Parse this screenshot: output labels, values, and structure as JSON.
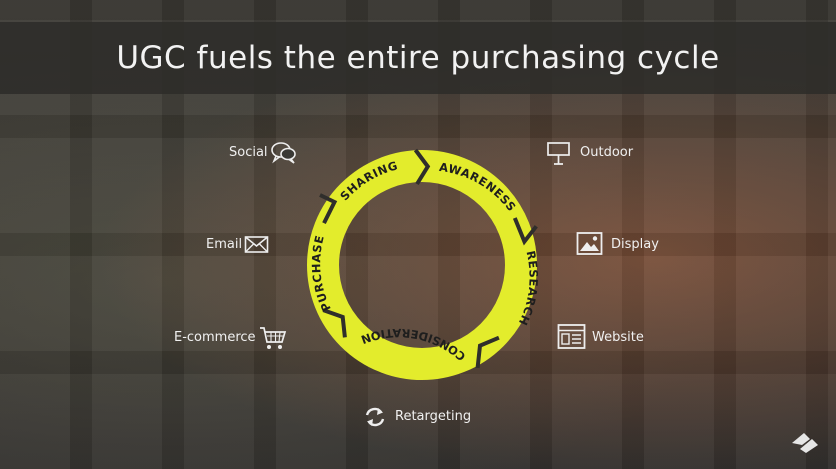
{
  "slide": {
    "title": "UGC fuels the entire purchasing cycle"
  },
  "cycle": {
    "stages": [
      "AWARENESS",
      "RESEARCH",
      "CONSIDERATION",
      "PURCHASE",
      "SHARING"
    ],
    "ring_color": "#e3ec2c"
  },
  "channels": {
    "social": {
      "label": "Social",
      "icon": "speech-bubbles-icon"
    },
    "email": {
      "label": "Email",
      "icon": "envelope-icon"
    },
    "ecommerce": {
      "label": "E-commerce",
      "icon": "shopping-cart-icon"
    },
    "outdoor": {
      "label": "Outdoor",
      "icon": "billboard-icon"
    },
    "display": {
      "label": "Display",
      "icon": "image-icon"
    },
    "website": {
      "label": "Website",
      "icon": "browser-window-icon"
    },
    "retargeting": {
      "label": "Retargeting",
      "icon": "refresh-arrows-icon"
    }
  }
}
